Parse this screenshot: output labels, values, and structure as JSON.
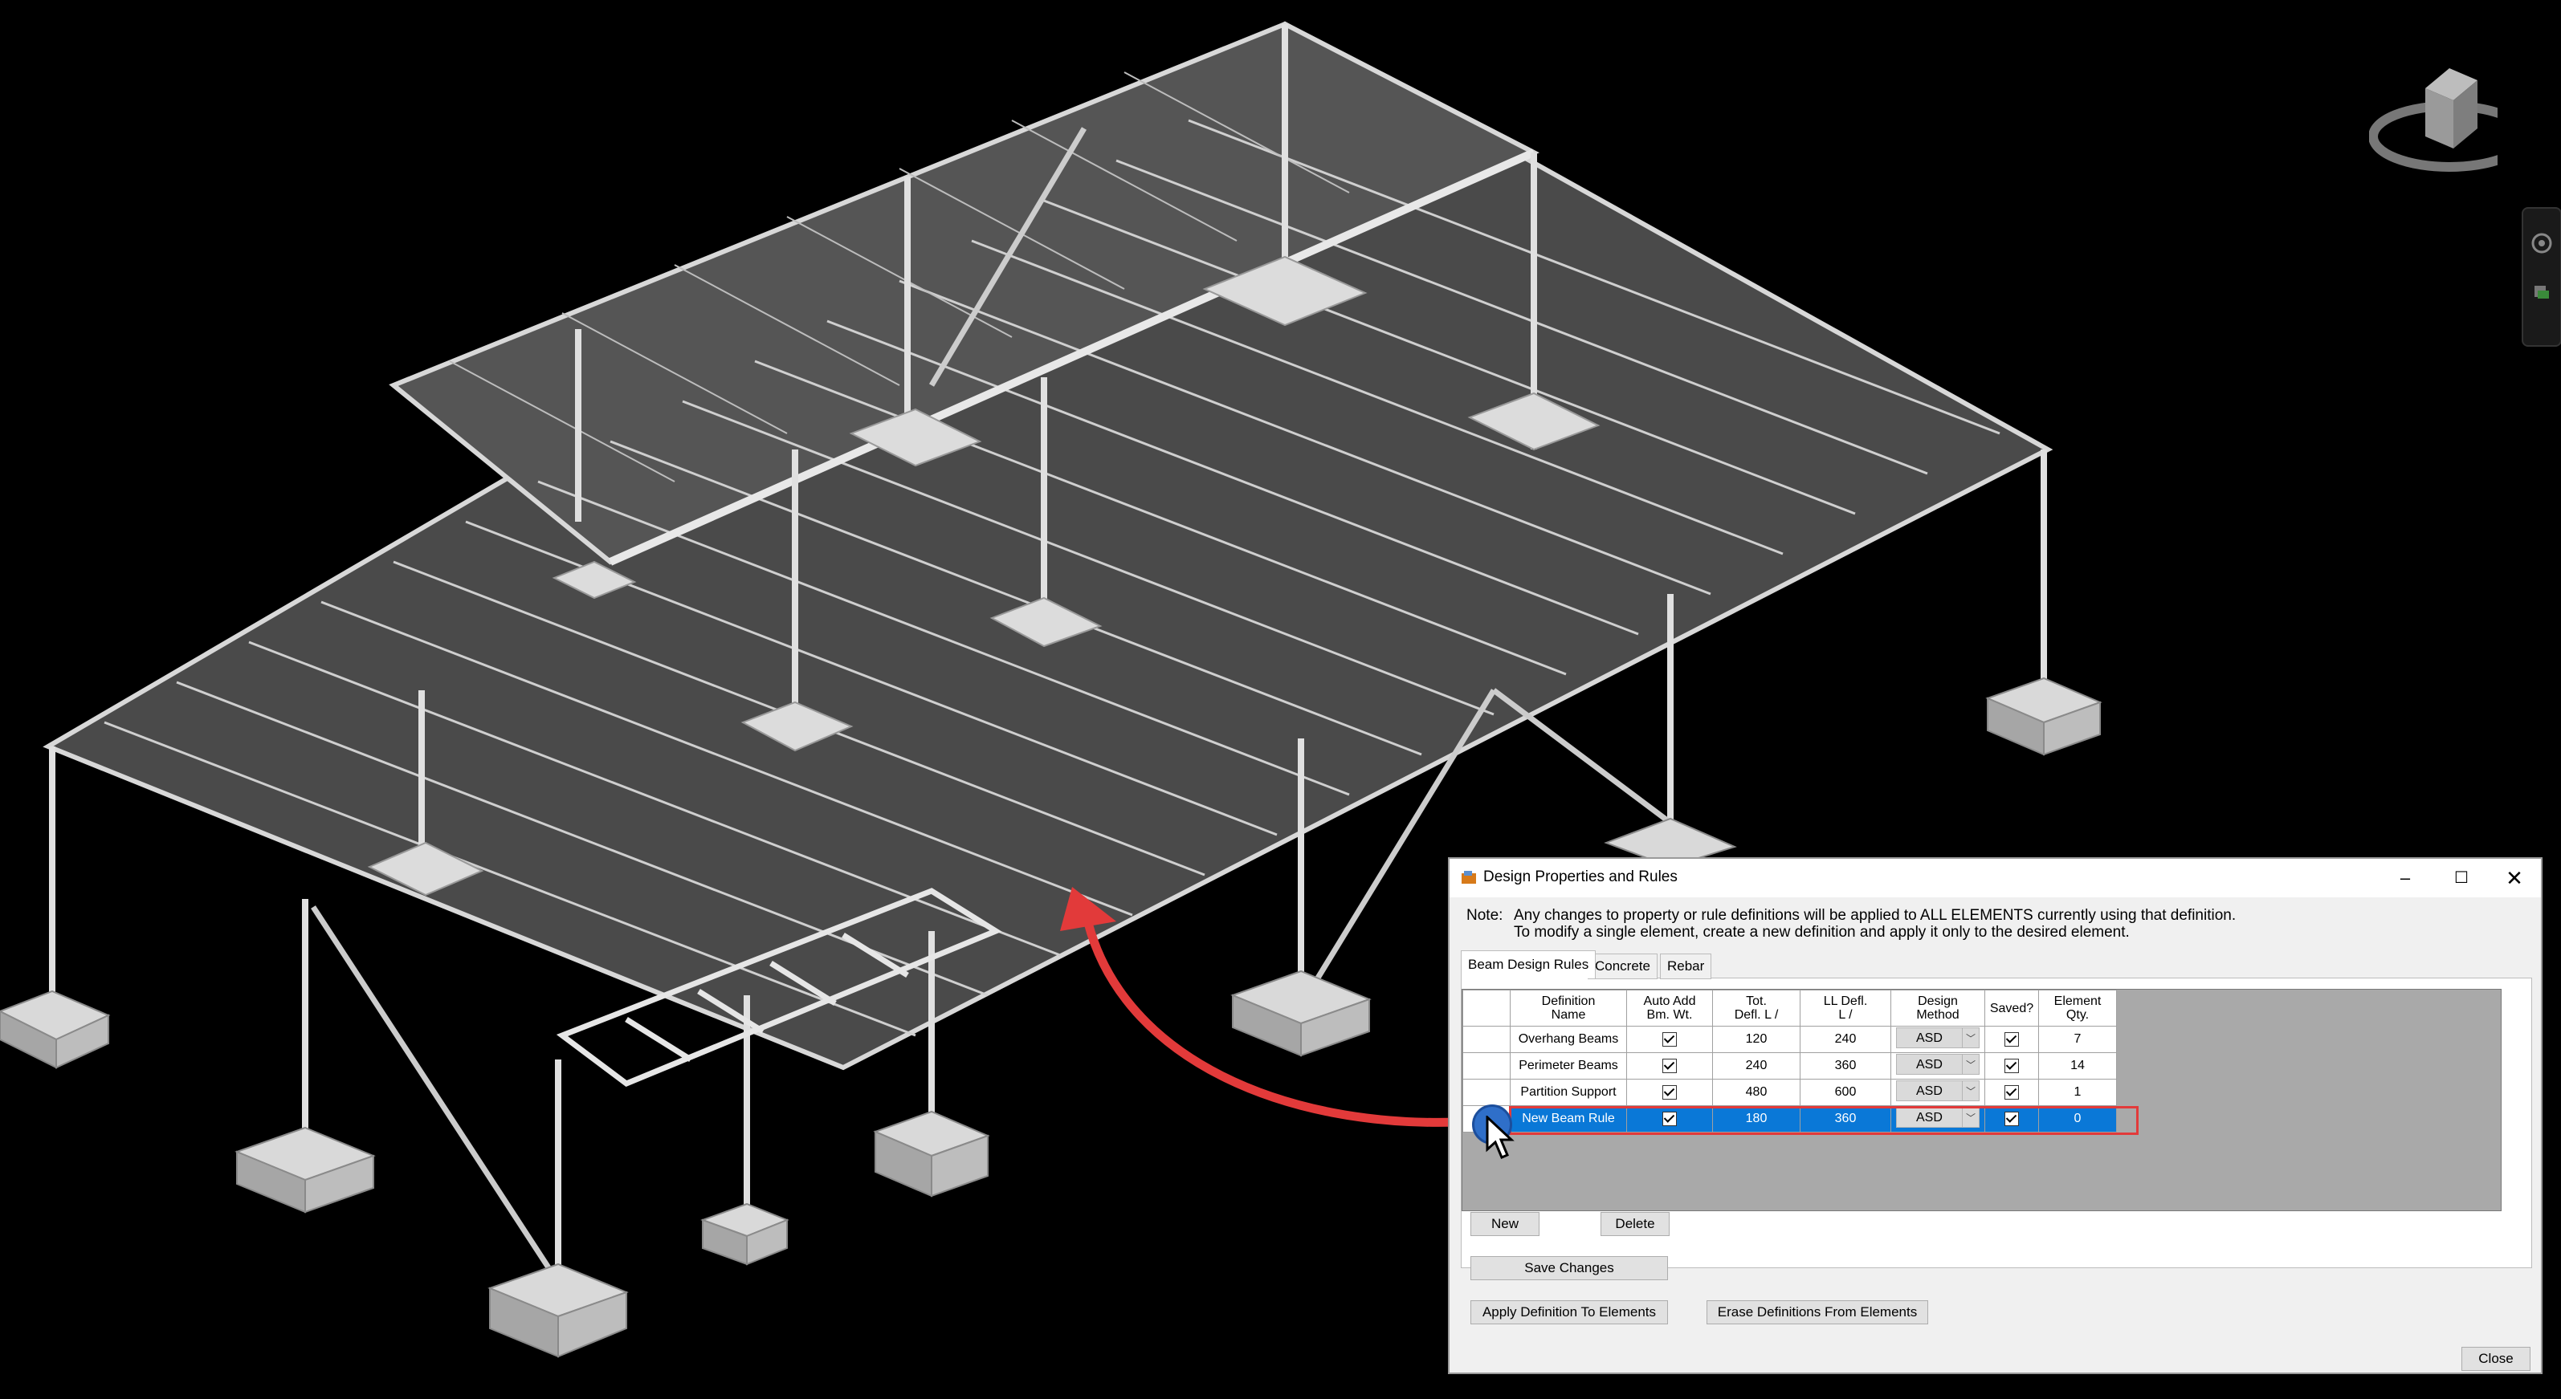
{
  "dialog": {
    "title": "Design Properties and Rules",
    "window_buttons": {
      "minimize": "–",
      "maximize": "☐",
      "close": "✕"
    },
    "note_label": "Note:",
    "note_line1": "Any changes to property or rule definitions will be applied to ALL ELEMENTS currently using that definition.",
    "note_line2": "To modify a single element, create a new definition and apply it only to the desired element.",
    "tabs": [
      "Beam Design Rules",
      "Concrete",
      "Rebar"
    ],
    "active_tab": "Beam Design Rules",
    "columns": {
      "name": [
        "Definition",
        "Name"
      ],
      "auto_add": [
        "Auto Add",
        "Bm. Wt."
      ],
      "tot_defl": [
        "Tot.",
        "Defl. L /"
      ],
      "ll_defl": [
        "LL Defl.",
        "L /"
      ],
      "method": [
        "Design",
        "Method"
      ],
      "saved": [
        "Saved?"
      ],
      "qty": [
        "Element",
        "Qty."
      ]
    },
    "rows": [
      {
        "name": "Overhang Beams",
        "auto_add": true,
        "tot_defl": "120",
        "ll_defl": "240",
        "method": "ASD",
        "saved": true,
        "qty": "7"
      },
      {
        "name": "Perimeter Beams",
        "auto_add": true,
        "tot_defl": "240",
        "ll_defl": "360",
        "method": "ASD",
        "saved": true,
        "qty": "14"
      },
      {
        "name": "Partition Support",
        "auto_add": true,
        "tot_defl": "480",
        "ll_defl": "600",
        "method": "ASD",
        "saved": true,
        "qty": "1"
      },
      {
        "name": "New Beam Rule",
        "auto_add": true,
        "tot_defl": "180",
        "ll_defl": "360",
        "method": "ASD",
        "saved": true,
        "qty": "0"
      }
    ],
    "selected_row": "New Beam Rule",
    "buttons": {
      "new": "New",
      "delete": "Delete",
      "save": "Save Changes",
      "apply": "Apply Definition To Elements",
      "erase": "Erase Definitions From Elements",
      "close": "Close"
    }
  },
  "colors": {
    "selection": "#0a78d7",
    "annotation_arrow": "#e23a3a",
    "viewport_bg": "#000000"
  },
  "icons": [
    "view-cube-icon",
    "compass-ring-icon",
    "orbit-icon",
    "layers-icon",
    "dialog-app-icon",
    "mouse-pointer-icon"
  ]
}
